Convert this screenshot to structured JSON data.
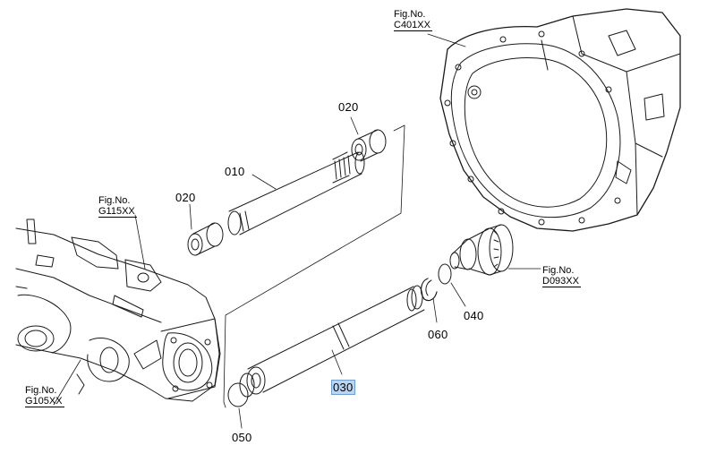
{
  "parts": [
    {
      "id": "p010",
      "number": "010"
    },
    {
      "id": "p020a",
      "number": "020"
    },
    {
      "id": "p020b",
      "number": "020"
    },
    {
      "id": "p030",
      "number": "030",
      "highlighted": true
    },
    {
      "id": "p040",
      "number": "040"
    },
    {
      "id": "p050",
      "number": "050"
    },
    {
      "id": "p060",
      "number": "060"
    }
  ],
  "figure_refs": [
    {
      "id": "c401",
      "label": "Fig.No.",
      "code": "C401XX"
    },
    {
      "id": "g115",
      "label": "Fig.No.",
      "code": "G115XX"
    },
    {
      "id": "d093",
      "label": "Fig.No.",
      "code": "D093XX"
    },
    {
      "id": "g105",
      "label": "Fig.No.",
      "code": "G105XX"
    }
  ],
  "colors": {
    "line": "#1a1a1a",
    "highlight": "#b9d5f2"
  }
}
